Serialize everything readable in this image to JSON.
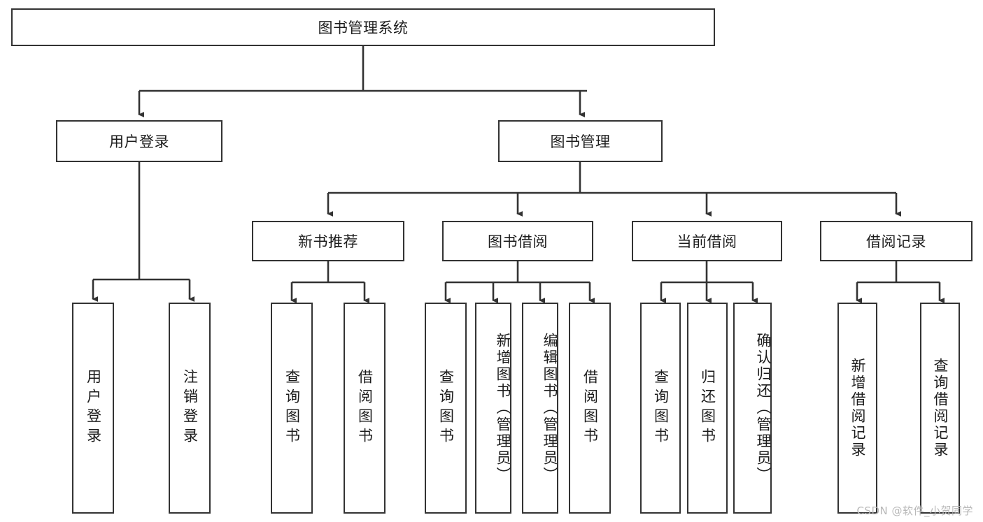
{
  "diagram": {
    "title_node": {
      "label": "图书管理系统"
    },
    "level2": [
      {
        "id": "user-login",
        "label": "用户登录"
      },
      {
        "id": "book-management",
        "label": "图书管理"
      }
    ],
    "level3": [
      {
        "id": "new-book-recommend",
        "label": "新书推荐"
      },
      {
        "id": "book-borrow",
        "label": "图书借阅"
      },
      {
        "id": "current-borrow",
        "label": "当前借阅"
      },
      {
        "id": "borrow-record",
        "label": "借阅记录"
      }
    ],
    "leaves": {
      "user_login": [
        {
          "id": "leaf-user-login",
          "label": "用户登录"
        },
        {
          "id": "leaf-logout-login",
          "label": "注销登录"
        }
      ],
      "new_book_recommend": [
        {
          "id": "leaf-query-book-1",
          "label": "查询图书"
        },
        {
          "id": "leaf-borrow-book-1",
          "label": "借阅图书"
        }
      ],
      "book_borrow": [
        {
          "id": "leaf-query-book-2",
          "label": "查询图书"
        },
        {
          "id": "leaf-add-book",
          "label": "新增图书（管理员）"
        },
        {
          "id": "leaf-edit-book",
          "label": "编辑图书（管理员）"
        },
        {
          "id": "leaf-borrow-book-2",
          "label": "借阅图书"
        }
      ],
      "current_borrow": [
        {
          "id": "leaf-query-book-3",
          "label": "查询图书"
        },
        {
          "id": "leaf-return-book",
          "label": "归还图书"
        },
        {
          "id": "leaf-confirm-return",
          "label": "确认归还（管理员）"
        }
      ],
      "borrow_record": [
        {
          "id": "leaf-add-record",
          "label": "新增借阅记录"
        },
        {
          "id": "leaf-query-record",
          "label": "查询借阅记录"
        }
      ]
    }
  },
  "watermark": {
    "text": "CSDN @软件_小贺同学"
  },
  "colors": {
    "border": "#333333",
    "background": "#ffffff",
    "text": "#1c1c1c",
    "watermark": "#b9b9b9"
  }
}
